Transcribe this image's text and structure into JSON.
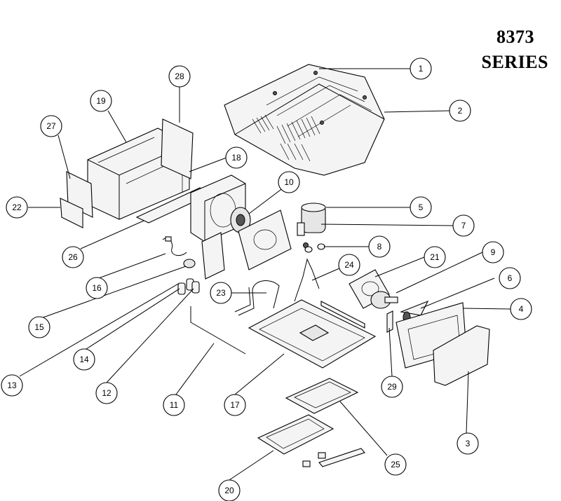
{
  "title": {
    "line1": "8373",
    "line2": "SERIES"
  },
  "callouts": [
    "1",
    "2",
    "3",
    "4",
    "5",
    "6",
    "7",
    "8",
    "9",
    "10",
    "11",
    "12",
    "13",
    "14",
    "15",
    "16",
    "17",
    "18",
    "19",
    "20",
    "21",
    "22",
    "23",
    "24",
    "25",
    "26",
    "27",
    "28",
    "29"
  ]
}
